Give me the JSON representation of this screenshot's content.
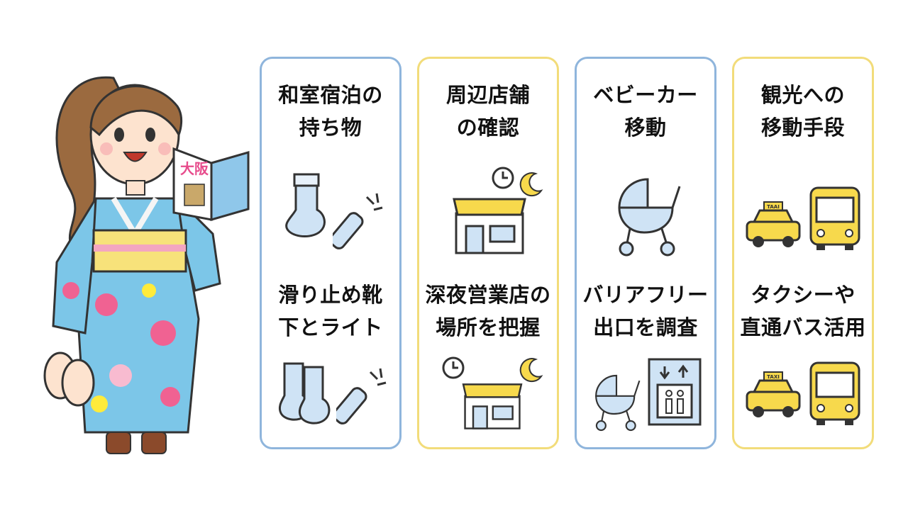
{
  "cards": [
    {
      "color": "#8fb5dc",
      "title_top": [
        "和室宿泊の",
        "持ち物"
      ],
      "title_bottom": [
        "滑り止め靴",
        "下とライト"
      ]
    },
    {
      "color": "#f2dc7a",
      "title_top": [
        "周辺店舗",
        "の確認"
      ],
      "title_bottom": [
        "深夜営業店の",
        "場所を把握"
      ]
    },
    {
      "color": "#8fb5dc",
      "title_top": [
        "ベビーカー",
        "移動"
      ],
      "title_bottom": [
        "バリアフリー",
        "出口を調査"
      ]
    },
    {
      "color": "#f2dc7a",
      "title_top": [
        "観光への",
        "移動手段"
      ],
      "title_bottom": [
        "タクシーや",
        "直通バス活用"
      ]
    }
  ],
  "guidebook_title": "大阪",
  "taxi_sign_top": "TAAI",
  "taxi_sign_bottom": "TAXI",
  "icons": [
    "socks-icon",
    "flashlight-icon",
    "store-icon",
    "clock-icon",
    "moon-icon",
    "stroller-icon",
    "elevator-icon",
    "taxi-icon",
    "bus-icon"
  ]
}
